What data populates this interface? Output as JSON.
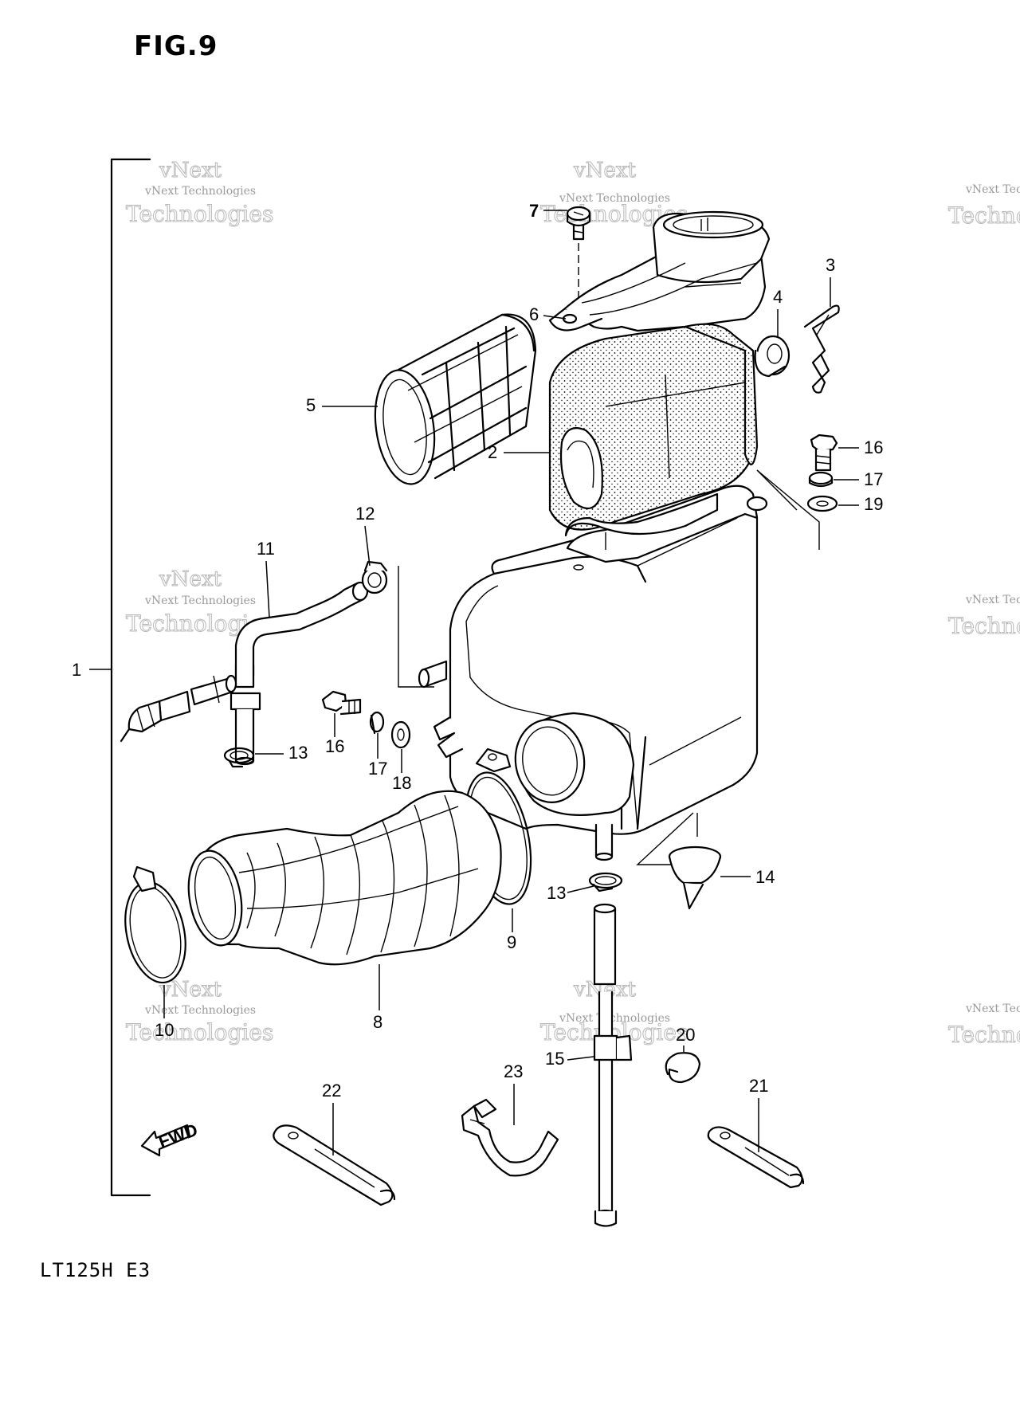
{
  "figure": {
    "title": "FIG.9",
    "model": "LT125H E3"
  },
  "watermark": {
    "line1": "vNext",
    "line2": "vNext Technologies",
    "line3": "Technologies"
  },
  "fwd_label": "FWD",
  "parts": [
    {
      "id": "1",
      "name": "air-cleaner-assembly"
    },
    {
      "id": "2",
      "name": "element"
    },
    {
      "id": "3",
      "name": "clip"
    },
    {
      "id": "4",
      "name": "grommet"
    },
    {
      "id": "5",
      "name": "element-frame"
    },
    {
      "id": "6",
      "name": "cap"
    },
    {
      "id": "7",
      "name": "screw"
    },
    {
      "id": "8",
      "name": "outlet-tube"
    },
    {
      "id": "9",
      "name": "clamp"
    },
    {
      "id": "10",
      "name": "clamp"
    },
    {
      "id": "11",
      "name": "breather-hose"
    },
    {
      "id": "12",
      "name": "clamp"
    },
    {
      "id": "13",
      "name": "clamp"
    },
    {
      "id": "14",
      "name": "drain-cap"
    },
    {
      "id": "15",
      "name": "drain-hose"
    },
    {
      "id": "16",
      "name": "bolt"
    },
    {
      "id": "17",
      "name": "washer"
    },
    {
      "id": "18",
      "name": "washer"
    },
    {
      "id": "19",
      "name": "washer"
    },
    {
      "id": "20",
      "name": "clamp"
    },
    {
      "id": "21",
      "name": "strap"
    },
    {
      "id": "22",
      "name": "strap"
    },
    {
      "id": "23",
      "name": "clamp"
    }
  ],
  "callouts": {
    "c1": "1",
    "c2": "2",
    "c3": "3",
    "c4": "4",
    "c5": "5",
    "c6": "6",
    "c7": "7",
    "c8": "8",
    "c9": "9",
    "c10": "10",
    "c11": "11",
    "c12": "12",
    "c13a": "13",
    "c13b": "13",
    "c14": "14",
    "c15": "15",
    "c16a": "16",
    "c16b": "16",
    "c17a": "17",
    "c17b": "17",
    "c18": "18",
    "c19": "19",
    "c20": "20",
    "c21": "21",
    "c22": "22",
    "c23": "23"
  }
}
